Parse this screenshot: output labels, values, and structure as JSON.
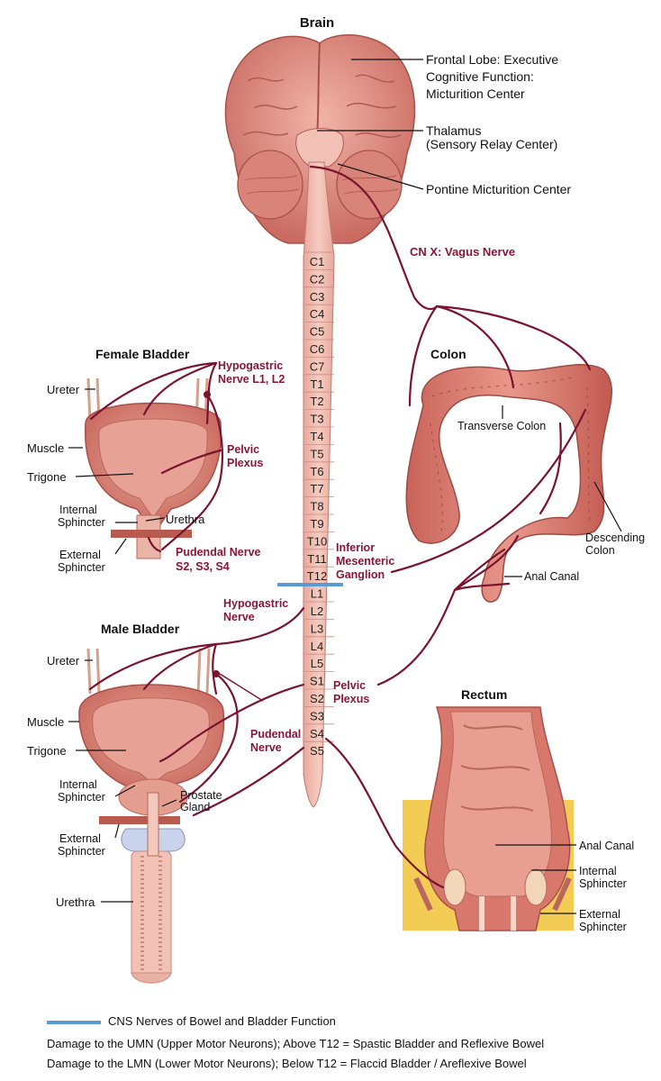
{
  "titles": {
    "brain": "Brain",
    "female": "Female Bladder",
    "male": "Male Bladder",
    "colon": "Colon",
    "rectum": "Rectum"
  },
  "brain_labels": {
    "frontal_1": "Frontal Lobe: Executive",
    "frontal_2": "Cognitive Function:",
    "frontal_3": "Micturition Center",
    "thalamus_1": "Thalamus",
    "thalamus_2": "(Sensory Relay Center)",
    "pontine": "Pontine Micturition Center",
    "vagus": "CN X: Vagus Nerve"
  },
  "spine_segments": [
    "C1",
    "C2",
    "C3",
    "C4",
    "C5",
    "C6",
    "C7",
    "T1",
    "T2",
    "T3",
    "T4",
    "T5",
    "T6",
    "T7",
    "T8",
    "T9",
    "T10",
    "T11",
    "T12",
    "L1",
    "L2",
    "L3",
    "L4",
    "L5",
    "S1",
    "S2",
    "S3",
    "S4",
    "S5"
  ],
  "female": {
    "ureter": "Ureter",
    "muscle": "Muscle",
    "trigone": "Trigone",
    "internal_1": "Internal",
    "internal_2": "Sphincter",
    "urethra": "Urethra",
    "external_1": "External",
    "external_2": "Sphincter",
    "hypogastric_1": "Hypogastric",
    "hypogastric_2": "Nerve L1, L2",
    "pelvic_1": "Pelvic",
    "pelvic_2": "Plexus",
    "pudendal_1": "Pudendal Nerve",
    "pudendal_2": "S2, S3, S4"
  },
  "male": {
    "ureter": "Ureter",
    "muscle": "Muscle",
    "trigone": "Trigone",
    "internal_1": "Internal",
    "internal_2": "Sphincter",
    "prostate_1": "Prostate",
    "prostate_2": "Gland",
    "external_1": "External",
    "external_2": "Sphincter",
    "urethra": "Urethra",
    "hypogastric_1": "Hypogastric",
    "hypogastric_2": "Nerve",
    "pelvic_1": "Pelvic",
    "pelvic_2": "Plexus",
    "pudendal_1": "Pudendal",
    "pudendal_2": "Nerve"
  },
  "mid": {
    "inferior_1": "Inferior",
    "inferior_2": "Mesenteric",
    "inferior_3": "Ganglion"
  },
  "colon": {
    "transverse": "Transverse Colon",
    "descending_1": "Descending",
    "descending_2": "Colon",
    "anal": "Anal Canal"
  },
  "rectum": {
    "anal": "Anal Canal",
    "internal_1": "Internal",
    "internal_2": "Sphincter",
    "external_1": "External",
    "external_2": "Sphincter"
  },
  "legend": {
    "cns": "CNS Nerves of Bowel and Bladder Function",
    "umn": "Damage to the UMN (Upper Motor Neurons); Above T12 = Spastic Bladder and Reflexive Bowel",
    "lmn": "Damage to the LMN (Lower Motor Neurons); Below T12 = Flaccid Bladder / Areflexive Bowel"
  },
  "colors": {
    "nerve": "#7a1230",
    "cns_line": "#5b9bd5",
    "label_red": "#8a1538",
    "tissue": "#e89a8c"
  }
}
